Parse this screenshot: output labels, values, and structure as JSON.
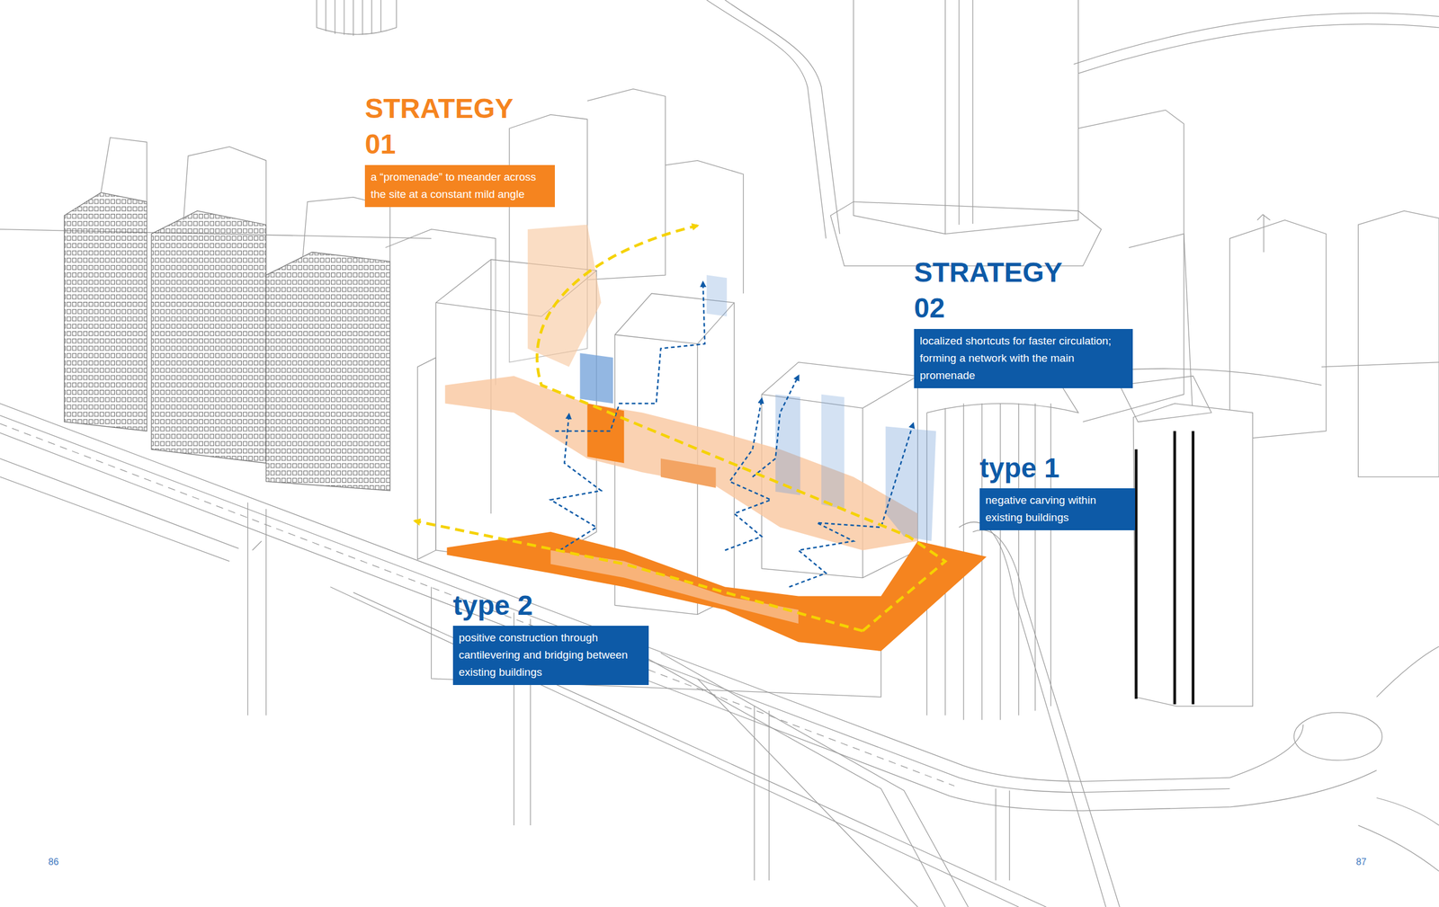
{
  "diagram": {
    "nodes": [
      {
        "text": [
          "STRATEGY 01",
          "a “promenade” to meander across the site at a constant mild angle"
        ]
      },
      {
        "text": [
          "STRATEGY 02",
          "localized shortcuts for faster circulation; forming a network with the main promenade"
        ]
      },
      {
        "text": [
          "type 1",
          "negative carving within existing buildings"
        ]
      },
      {
        "text": [
          "type 2",
          "positive construction through cantilevering and bridging between existing buildings"
        ]
      }
    ],
    "labels": [
      "86",
      "87"
    ]
  }
}
